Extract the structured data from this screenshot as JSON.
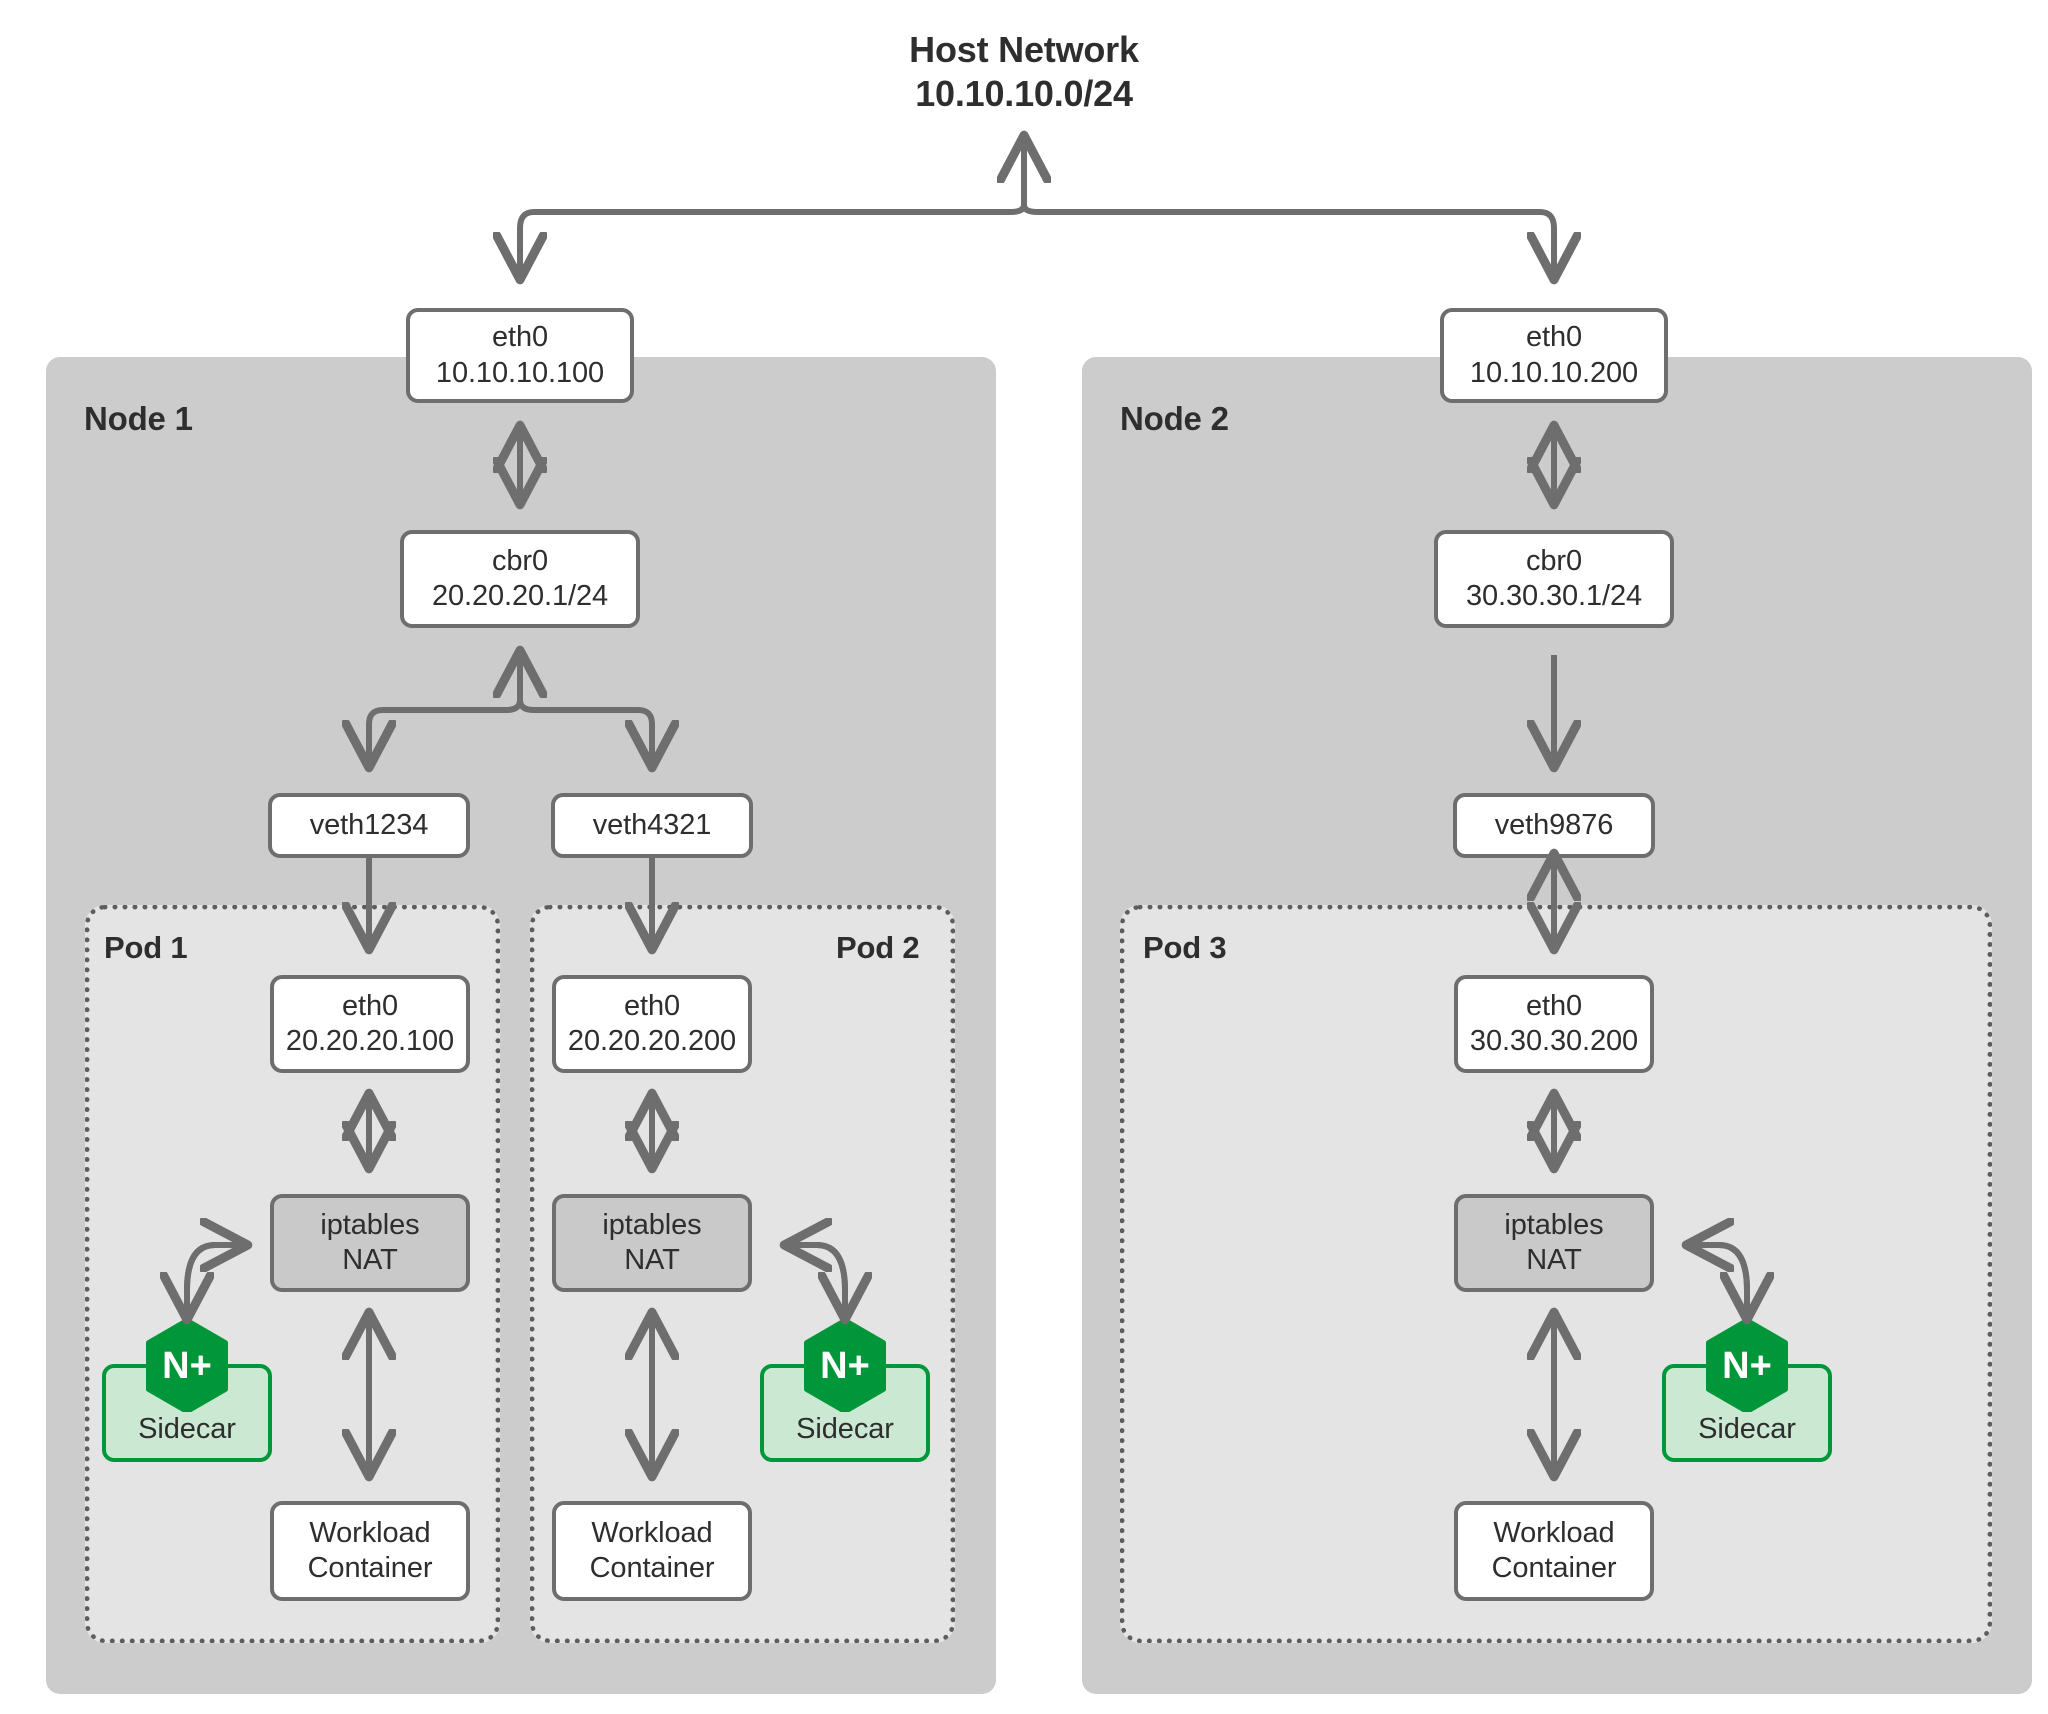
{
  "diagram": {
    "type": "network-topology",
    "host": {
      "title_line1": "Host Network",
      "title_line2": "10.10.10.0/24"
    },
    "nodes": [
      {
        "label": "Node 1",
        "eth0": {
          "name": "eth0",
          "ip": "10.10.10.100"
        },
        "bridge": {
          "name": "cbr0",
          "ip": "20.20.20.1/24"
        },
        "veths": [
          {
            "name": "veth1234"
          },
          {
            "name": "veth4321"
          }
        ],
        "pods": [
          {
            "label": "Pod 1",
            "eth0": {
              "name": "eth0",
              "ip": "20.20.20.100"
            },
            "iptables": {
              "line1": "iptables",
              "line2": "NAT"
            },
            "sidecar": {
              "label": "Sidecar",
              "logo": "N+"
            },
            "workload": {
              "line1": "Workload",
              "line2": "Container"
            }
          },
          {
            "label": "Pod 2",
            "eth0": {
              "name": "eth0",
              "ip": "20.20.20.200"
            },
            "iptables": {
              "line1": "iptables",
              "line2": "NAT"
            },
            "sidecar": {
              "label": "Sidecar",
              "logo": "N+"
            },
            "workload": {
              "line1": "Workload",
              "line2": "Container"
            }
          }
        ]
      },
      {
        "label": "Node 2",
        "eth0": {
          "name": "eth0",
          "ip": "10.10.10.200"
        },
        "bridge": {
          "name": "cbr0",
          "ip": "30.30.30.1/24"
        },
        "veths": [
          {
            "name": "veth9876"
          }
        ],
        "pods": [
          {
            "label": "Pod 3",
            "eth0": {
              "name": "eth0",
              "ip": "30.30.30.200"
            },
            "iptables": {
              "line1": "iptables",
              "line2": "NAT"
            },
            "sidecar": {
              "label": "Sidecar",
              "logo": "N+"
            },
            "workload": {
              "line1": "Workload",
              "line2": "Container"
            }
          }
        ]
      }
    ],
    "colors": {
      "node_fill": "#cccccc",
      "pod_fill": "#e4e4e4",
      "box_border": "#6e6e6e",
      "box_fill": "#ffffff",
      "iptables_fill": "#c9c9c9",
      "sidecar_fill": "#cbe8d2",
      "nginx_green": "#009639",
      "arrow": "#6e6e6e",
      "text": "#2e2e2e",
      "background": "#ffffff"
    }
  }
}
